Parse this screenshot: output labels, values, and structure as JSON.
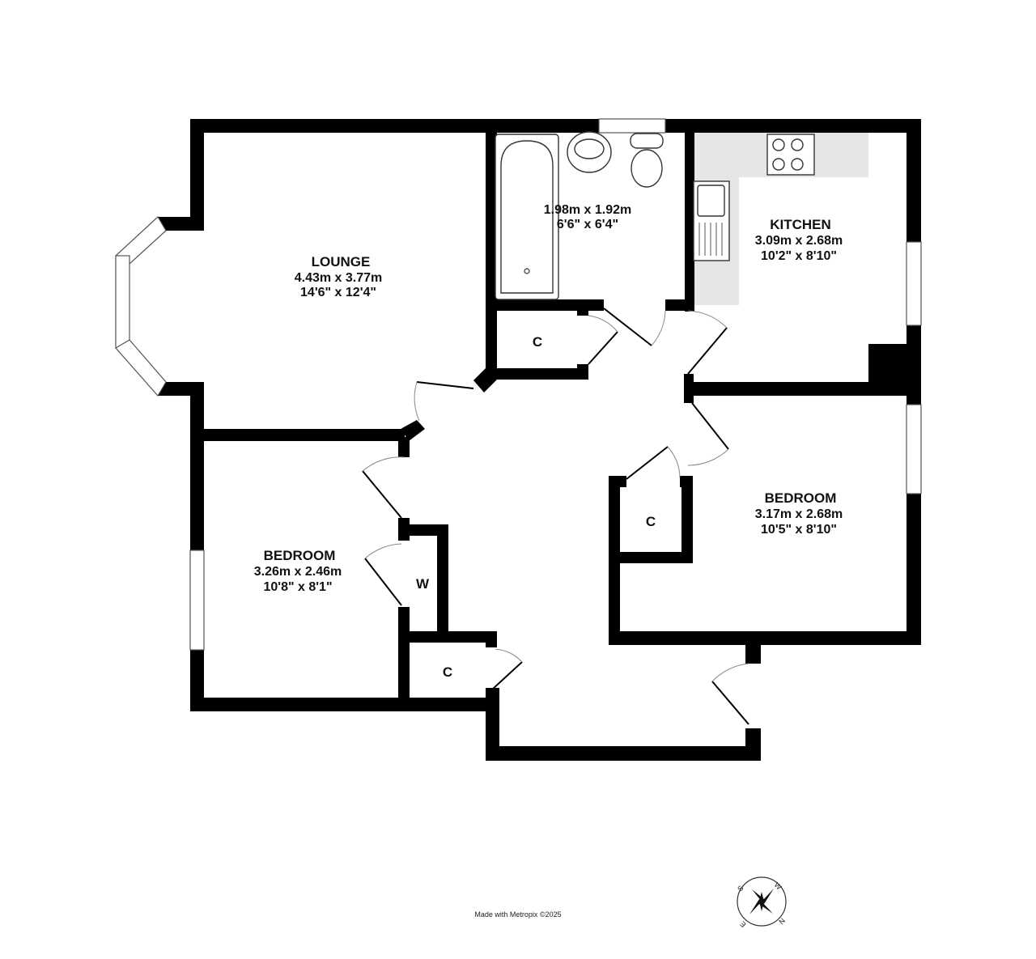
{
  "rooms": {
    "lounge": {
      "name": "LOUNGE",
      "metric": "4.43m  x 3.77m",
      "imperial": "14'6\"  x 12'4\""
    },
    "bathroom": {
      "metric": "1.98m  x 1.92m",
      "imperial": "6'6\"  x 6'4\""
    },
    "kitchen": {
      "name": "KITCHEN",
      "metric": "3.09m  x 2.68m",
      "imperial": "10'2\"  x 8'10\""
    },
    "bedroom_right": {
      "name": "BEDROOM",
      "metric": "3.17m  x 2.68m",
      "imperial": "10'5\"  x 8'10\""
    },
    "bedroom_left": {
      "name": "BEDROOM",
      "metric": "3.26m  x 2.46m",
      "imperial": "10'8\"  x 8'1\""
    }
  },
  "closets": {
    "c1": "C",
    "c2": "C",
    "c3": "C",
    "w": "W"
  },
  "credit": "Made with Metropix ©2025",
  "compass": {
    "letters": [
      "S",
      "W",
      "N",
      "E"
    ],
    "icon": "compass-icon"
  },
  "colors": {
    "wall": "#000000",
    "kitchen_counter": "#e6e6e6"
  }
}
